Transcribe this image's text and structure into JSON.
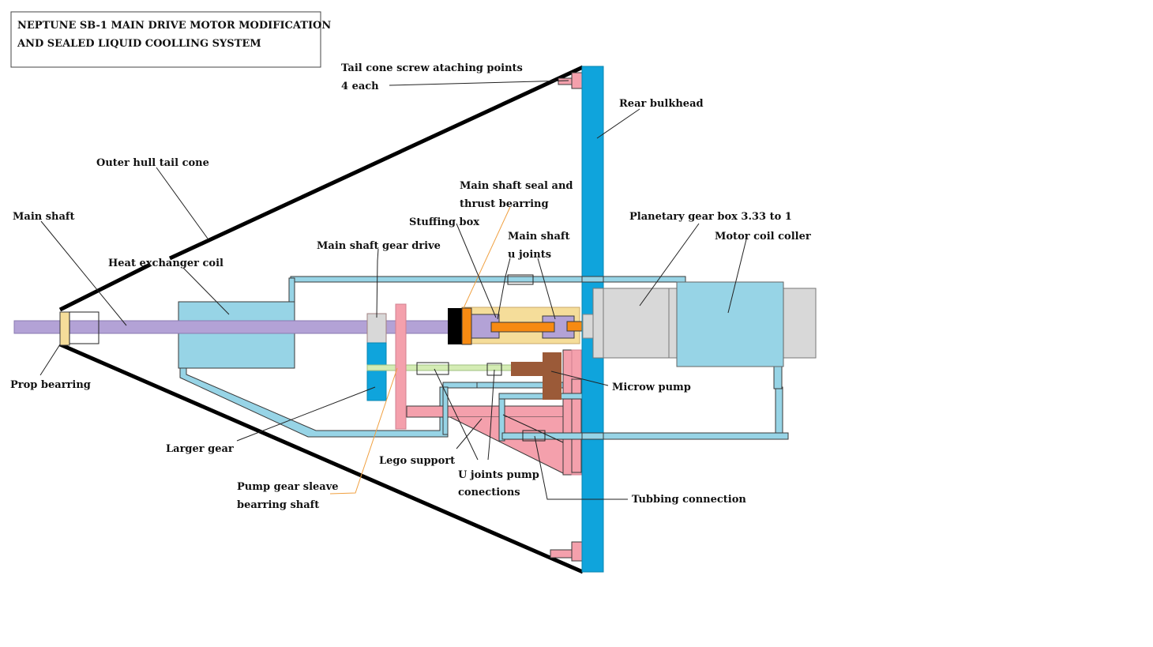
{
  "title": {
    "line1": "NEPTUNE SB-1 MAIN DRIVE MOTOR MODIFICATION",
    "line2": "AND SEALED LIQUID COOLLING SYSTEM"
  },
  "labels": {
    "tail_screw_1": "Tail cone screw ataching points",
    "tail_screw_2": "4 each",
    "rear_bulkhead": "Rear bulkhead",
    "outer_hull": "Outer hull tail cone",
    "main_shaft": "Main shaft",
    "heat_exchanger": "Heat exchanger coil",
    "gear_drive": "Main shaft gear drive",
    "seal_1": "Main shaft seal and",
    "seal_2": "thrust bearring",
    "stuffing_box": "Stuffing box",
    "ujoints_1": "Main shaft",
    "ujoints_2": "u joints",
    "planetary": "Planetary gear box 3.33 to 1",
    "motor_coil": "Motor coil coller",
    "prop_bearing": "Prop bearring",
    "microw_pump": "Microw pump",
    "larger_gear": "Larger gear",
    "lego_support": "Lego support",
    "pump_joints_1": "U joints pump",
    "pump_joints_2": "conections",
    "sleeve_1": "Pump gear sleave",
    "sleeve_2": "bearring shaft",
    "tubing": "Tubbing connection"
  },
  "colors": {
    "bulkhead": "#0fa4dc",
    "coolant": "#97d4e6",
    "shaft": "#b3a2d6",
    "pink": "#f4a0ac",
    "orange": "#f78a12",
    "bearing": "#f5dd9a",
    "gray": "#d8d8d8",
    "brown": "#9b5a38",
    "green": "#d4ecb4",
    "hull": "#000000"
  }
}
